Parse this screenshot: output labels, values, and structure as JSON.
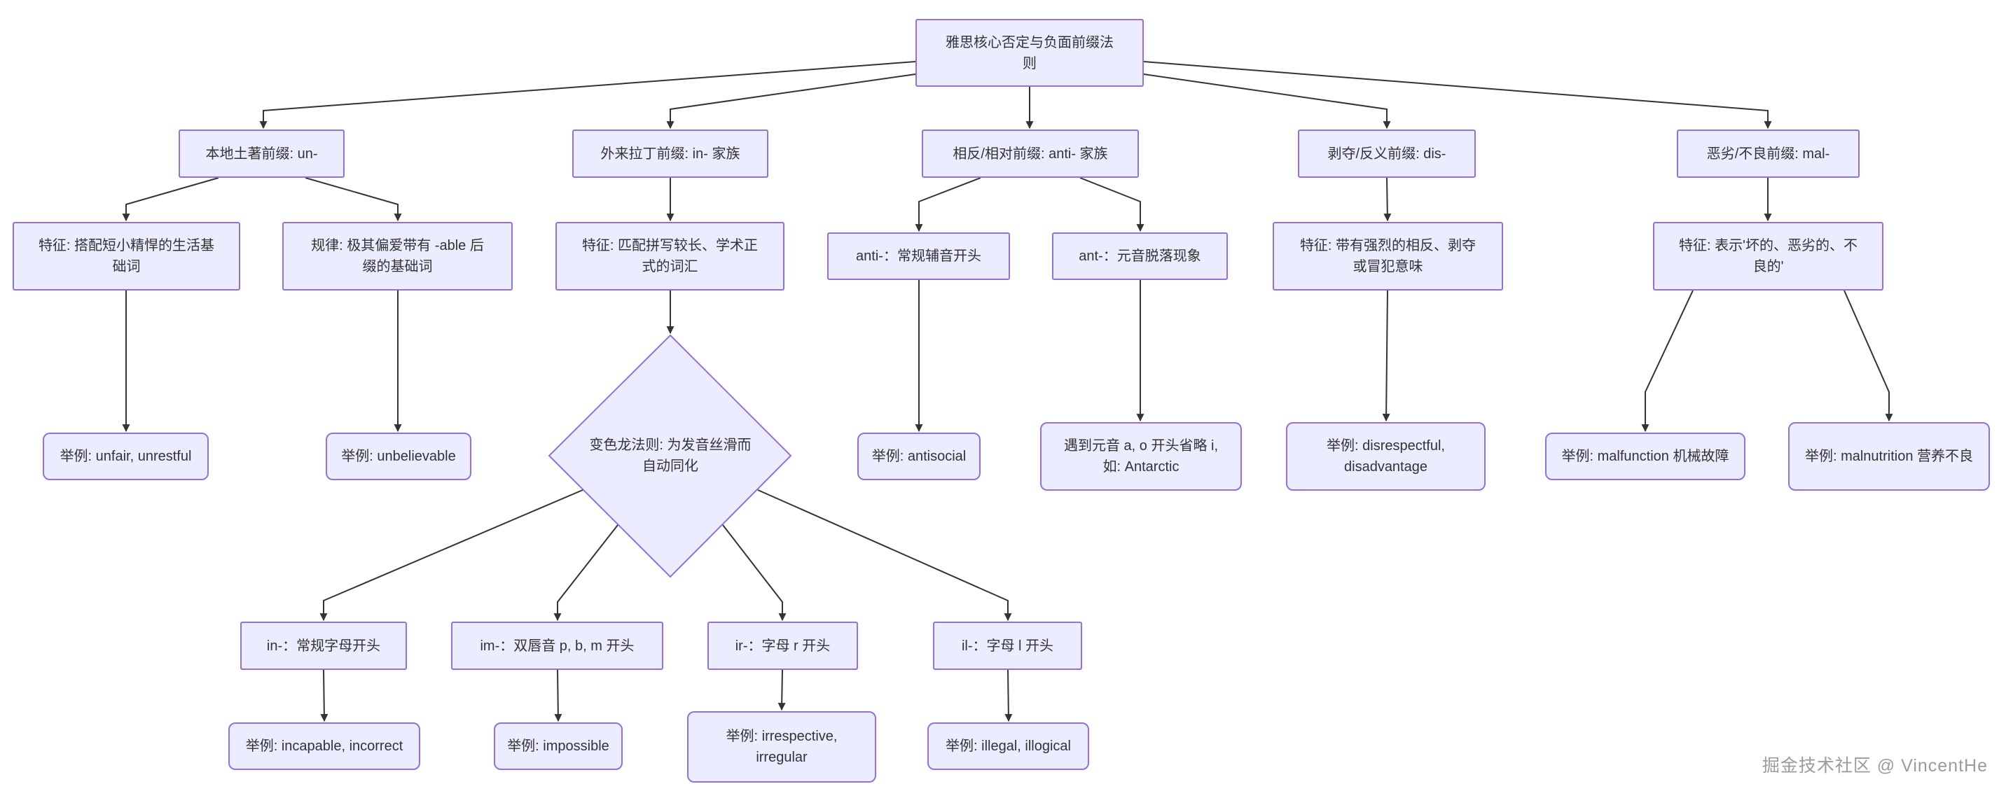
{
  "diagram_title": "雅思核心否定与负面前缀法则",
  "colors": {
    "node_fill": "#ECECFF",
    "node_border": "#9370DB",
    "edge": "#333333",
    "text": "#333333",
    "watermark": "#9e9a9a",
    "background": "#ffffff"
  },
  "watermark": "掘金技术社区 @ VincentHe",
  "nodes": {
    "root": "雅思核心否定与负面前缀法则",
    "un": "本地土著前缀: un-",
    "in_family": "外来拉丁前缀: in- 家族",
    "anti_family": "相反/相对前缀: anti- 家族",
    "dis": "剥夺/反义前缀: dis-",
    "mal": "恶劣/不良前缀: mal-",
    "un_feature": "特征: 搭配短小精悍的生活基础词",
    "un_rule": "规律: 极其偏爱带有 -able 后缀的基础词",
    "in_feature": "特征: 匹配拼写较长、学术正式的词汇",
    "chameleon": "变色龙法则: 为发音丝滑而自动同化",
    "anti_sub": "anti-：常规辅音开头",
    "ant_sub": "ant-：元音脱落现象",
    "dis_feature": "特征: 带有强烈的相反、剥夺或冒犯意味",
    "mal_feature": "特征: 表示'坏的、恶劣的、不良的'",
    "ex_unfair": "举例: unfair, unrestful",
    "ex_unbelievable": "举例: unbelievable",
    "ex_antisocial": "举例: antisocial",
    "ant_note": "遇到元音 a, o 开头省略 i, 如: Antarctic",
    "ex_disrespectful": "举例: disrespectful, disadvantage",
    "ex_malfunction": "举例: malfunction 机械故障",
    "ex_malnutrition": "举例: malnutrition 营养不良",
    "in_sub": "in-：常规字母开头",
    "im_sub": "im-：双唇音 p, b, m 开头",
    "ir_sub": "ir-：字母 r 开头",
    "il_sub": "il-：字母 l 开头",
    "ex_incapable": "举例: incapable, incorrect",
    "ex_impossible": "举例: impossible",
    "ex_irrespective": "举例: irrespective, irregular",
    "ex_illegal": "举例: illegal, illogical"
  }
}
